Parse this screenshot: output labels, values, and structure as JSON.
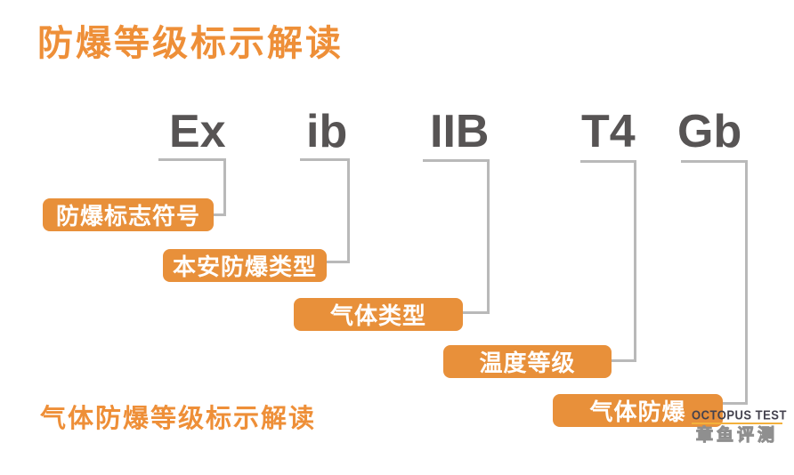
{
  "page_title": "防爆等级标示解读",
  "footer_title": "气体防爆等级标示解读",
  "marking": {
    "parts": [
      {
        "symbol": "Ex",
        "label": "防爆标志符号"
      },
      {
        "symbol": "ib",
        "label": "本安防爆类型"
      },
      {
        "symbol": "IIB",
        "label": "气体类型"
      },
      {
        "symbol": "T4",
        "label": "温度等级"
      },
      {
        "symbol": "Gb",
        "label": "气体防爆"
      }
    ]
  },
  "watermark": {
    "brand_en": "OCTOPUS TEST",
    "brand_cn": "章鱼评测"
  },
  "colors": {
    "accent_orange": "#E8903A",
    "title_orange": "#EE8F38",
    "symbol_gray": "#575454",
    "connector_gray": "#B9B9B9",
    "box_text_white": "#FFFFFF",
    "watermark_underline": "#F3B13C"
  }
}
